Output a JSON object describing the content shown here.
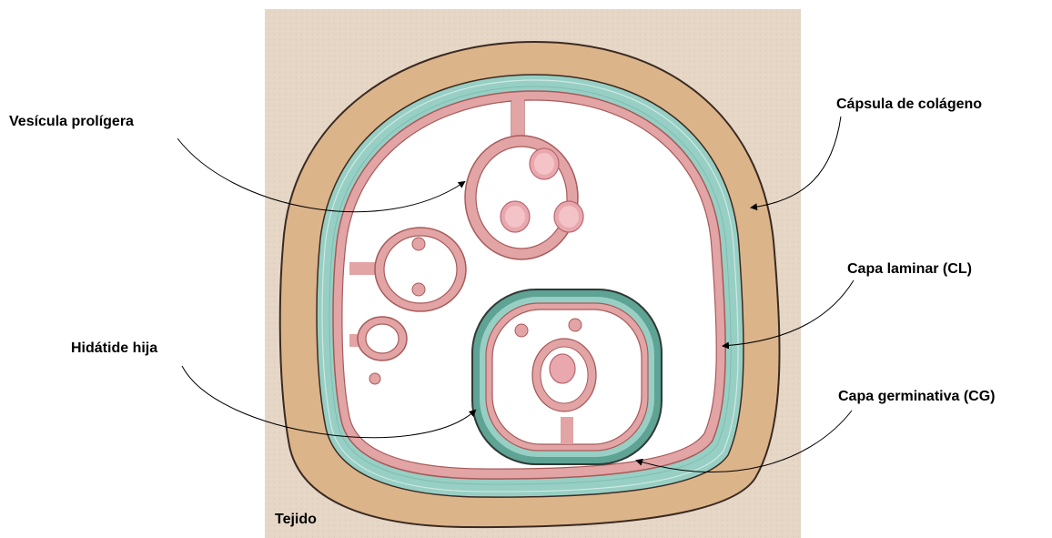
{
  "labels": {
    "vesicula": "Vesícula prolígera",
    "capsula": "Cápsula de colágeno",
    "laminar": "Capa laminar (CL)",
    "hidatide": "Hidátide hija",
    "germinativa": "Capa germinativa (CG)",
    "tejido": "Tejido"
  },
  "colors": {
    "tissue": "#e6d6c6",
    "capsule": "#dcb48a",
    "laminar": "#97cfc4",
    "germinal": "#e2a4a4",
    "germinal_stroke": "#a85a5a",
    "cyst_fluid": "#ffffff",
    "outline": "#3a2a22",
    "arrow": "#000000"
  }
}
